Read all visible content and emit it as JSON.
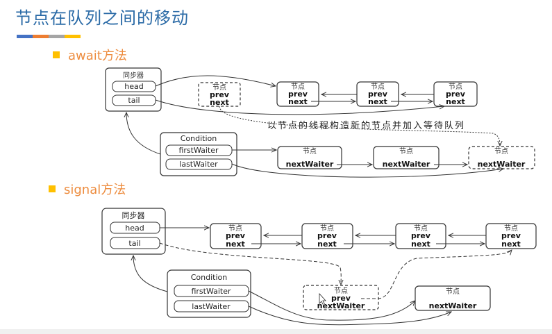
{
  "slide": {
    "title": "节点在队列之间的移动",
    "accent_colors": [
      "#4472c4",
      "#ed7d31",
      "#a5a5a5",
      "#ffc000"
    ],
    "bullet_color": "#ffc000",
    "heading_color": "#ed8c3e",
    "title_color": "#2a6aa6"
  },
  "await_section": {
    "heading": "await方法",
    "sync": {
      "title": "同步器",
      "head": "head",
      "tail": "tail"
    },
    "condition": {
      "title": "Condition",
      "first": "firstWaiter",
      "last": "lastWaiter"
    },
    "sync_nodes": [
      {
        "title": "节点",
        "prev": "prev",
        "next": "next"
      },
      {
        "title": "节点",
        "prev": "prev",
        "next": "next"
      },
      {
        "title": "节点",
        "prev": "prev",
        "next": "next"
      }
    ],
    "ghost_node": {
      "title": "节点",
      "prev": "prev",
      "next": "next"
    },
    "wait_nodes": [
      {
        "title": "节点",
        "field": "nextWaiter"
      },
      {
        "title": "节点",
        "field": "nextWaiter"
      },
      {
        "title": "节点",
        "field": "nextWaiter"
      }
    ],
    "note": "以节点的线程构造新的节点并加入等待队列"
  },
  "signal_section": {
    "heading": "signal方法",
    "sync": {
      "title": "同步器",
      "head": "head",
      "tail": "tail"
    },
    "condition": {
      "title": "Condition",
      "first": "firstWaiter",
      "last": "lastWaiter"
    },
    "sync_nodes": [
      {
        "title": "节点",
        "prev": "prev",
        "next": "next"
      },
      {
        "title": "节点",
        "prev": "prev",
        "next": "next"
      },
      {
        "title": "节点",
        "prev": "prev",
        "next": "next"
      },
      {
        "title": "节点",
        "prev": "prev",
        "next": "next"
      }
    ],
    "moving_node": {
      "title": "节点",
      "prev": "prev",
      "field": "nextWaiter"
    },
    "wait_node": {
      "title": "节点",
      "field": "nextWaiter"
    }
  }
}
